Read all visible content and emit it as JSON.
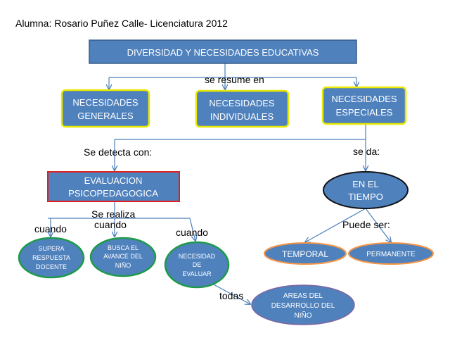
{
  "header": {
    "author_line": "Alumna: Rosario Puñez Calle-  Licenciatura 2012"
  },
  "colors": {
    "node_fill": "#4f81bd",
    "node_border": "#385d8a",
    "yellow_border": "#ffff00",
    "red_border": "#e02020",
    "green_border": "#1e9a4a",
    "orange_border": "#f79646",
    "purple_border": "#8064a2",
    "connector": "#4a7ebb"
  },
  "nodes": {
    "root": "DIVERSIDAD Y NECESIDADES EDUCATIVAS",
    "generales": [
      "NECESIDADES",
      "GENERALES"
    ],
    "individuales": [
      "NECESIDADES",
      "INDIVIDUALES"
    ],
    "especiales": [
      "NECESIDADES",
      "ESPECIALES"
    ],
    "evaluacion": [
      "EVALUACION",
      "PSICOPEDAGOGICA"
    ],
    "tiempo": [
      "EN EL",
      "TIEMPO"
    ],
    "supera": [
      "SUPERA",
      "RESPUESTA",
      "DOCENTE"
    ],
    "busca": [
      "BUSCA EL",
      "AVANCE DEL",
      "NIÑO"
    ],
    "necesidad": [
      "NECESIDAD",
      "DE",
      "EVALUAR"
    ],
    "temporal": "TEMPORAL",
    "permanente": "PERMANENTE",
    "areas": [
      "AREAS DEL",
      "DESARROLLO DEL",
      "NIÑO"
    ]
  },
  "links": {
    "se_resume_en": "se resume en",
    "se_detecta_con": "Se detecta con:",
    "se_da": "se da:",
    "se_realiza": "Se realiza",
    "cuando_mid": "cuando",
    "cuando_left": "cuando",
    "cuando_right": "cuando",
    "puede_ser": "Puede ser:",
    "todas": "todas"
  }
}
